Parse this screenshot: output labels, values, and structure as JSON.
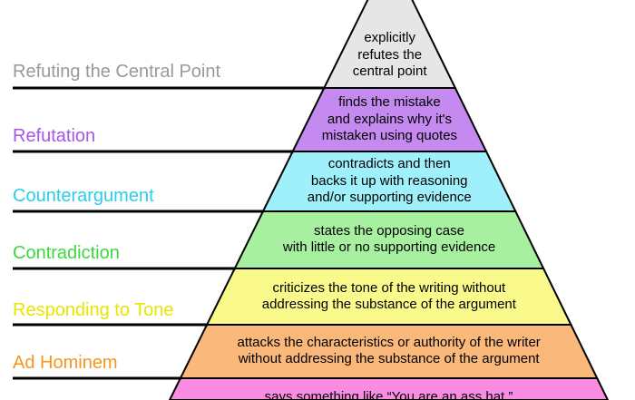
{
  "levels": [
    {
      "label": "Refuting the Central Point",
      "label_color": "#999999",
      "fill": "#e6e6e6",
      "desc": [
        "explicitly",
        "refutes the",
        "central point"
      ]
    },
    {
      "label": "Refutation",
      "label_color": "#a855e8",
      "fill": "#c58af0",
      "desc": [
        "finds the mistake",
        "and explains why it's",
        "mistaken using quotes"
      ]
    },
    {
      "label": "Counterargument",
      "label_color": "#2ccde6",
      "fill": "#9ff0fa",
      "desc": [
        "contradicts and then",
        "backs it up with reasoning",
        "and/or supporting evidence"
      ]
    },
    {
      "label": "Contradiction",
      "label_color": "#3dd83d",
      "fill": "#a6f0a0",
      "desc": [
        "states the opposing case",
        "with little or no supporting evidence"
      ]
    },
    {
      "label": "Responding to Tone",
      "label_color": "#e6e600",
      "fill": "#fafa8c",
      "desc": [
        "criticizes the tone of the writing without",
        "addressing the substance of the argument"
      ]
    },
    {
      "label": "Ad Hominem",
      "label_color": "#f5961e",
      "fill": "#fab97a",
      "desc": [
        "attacks the characteristics or authority of the writer",
        "without addressing the substance of the argument"
      ]
    },
    {
      "label": "",
      "label_color": "#ff66cc",
      "fill": "#fa8ce1",
      "desc": [
        "says something like “You are an ass hat.”"
      ]
    }
  ]
}
